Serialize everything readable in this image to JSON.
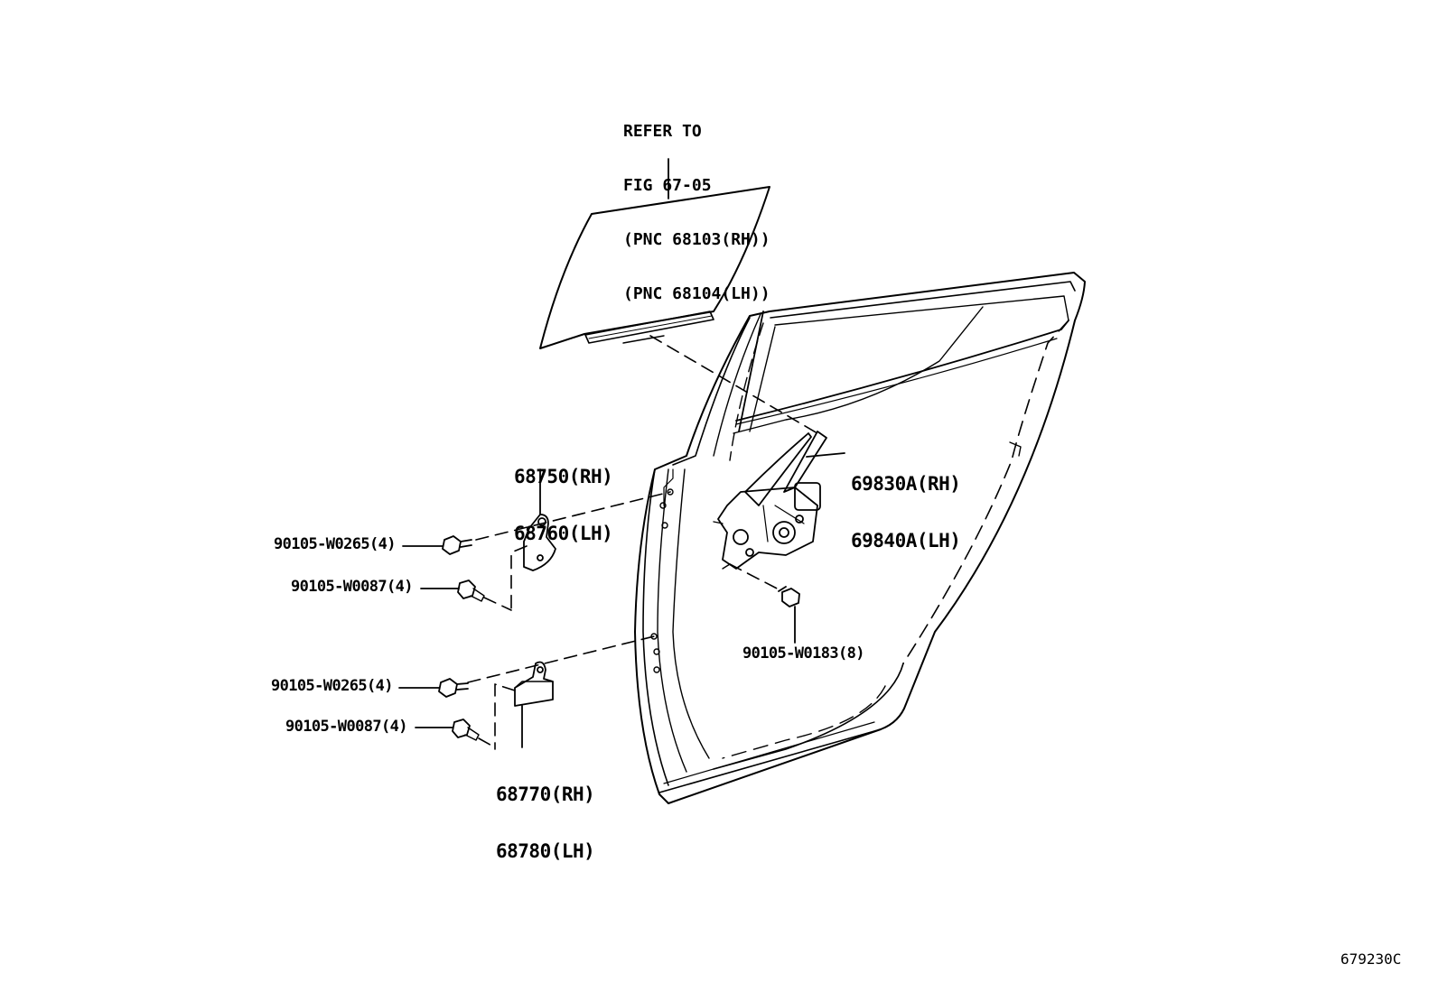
{
  "figure_number": "679230C",
  "colors": {
    "ink": "#000000",
    "background": "#ffffff"
  },
  "parts": {
    "glass_reference": {
      "lines": [
        "REFER TO",
        "FIG 67-05",
        "(PNC 68103(RH))",
        "(PNC 68104(LH))"
      ]
    },
    "regulator": {
      "rh": "69830A(RH)",
      "lh": "69840A(LH)"
    },
    "upper_hinge": {
      "rh": "68750(RH)",
      "lh": "68760(LH)"
    },
    "lower_hinge": {
      "rh": "68770(RH)",
      "lh": "68780(LH)"
    },
    "upper_hinge_bolt": "90105-W0265(4)",
    "upper_hinge_door_bolt": "90105-W0087(4)",
    "lower_hinge_bolt": "90105-W0265(4)",
    "lower_hinge_door_bolt": "90105-W0087(4)",
    "regulator_bolt": "90105-W0183(8)"
  }
}
